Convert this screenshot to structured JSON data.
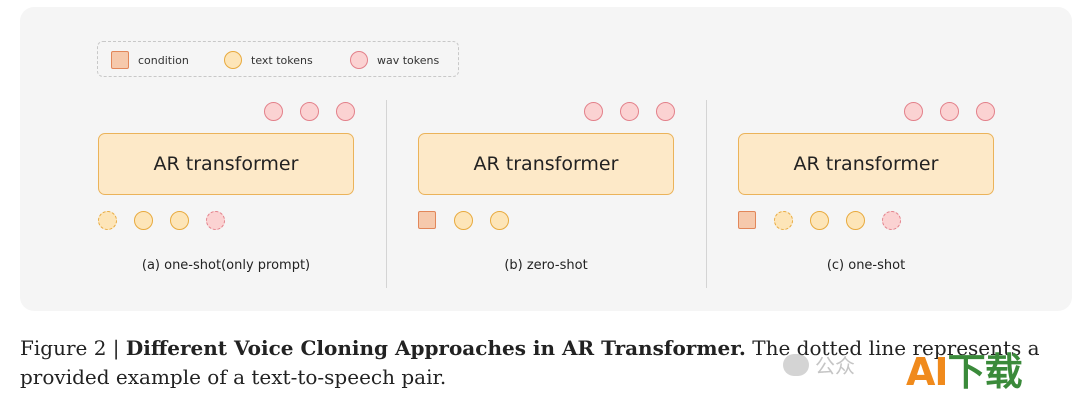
{
  "legend": {
    "condition": "condition",
    "text_tokens": "text tokens",
    "wav_tokens": "wav tokens"
  },
  "panels": [
    {
      "box_label": "AR transformer",
      "caption": "(a) one-shot(only prompt)"
    },
    {
      "box_label": "AR transformer",
      "caption": "(b) zero-shot"
    },
    {
      "box_label": "AR transformer",
      "caption": "(c) one-shot"
    }
  ],
  "figure_caption": {
    "prefix": "Figure 2 | ",
    "bold": "Different Voice Cloning Approaches in AR Transformer.",
    "rest_line1": " The dotted line represents a",
    "line2": "provided example of a text-to-speech pair."
  },
  "watermark": {
    "gzh_text": "公众",
    "brand_a": "AI",
    "brand_rest": "下载"
  },
  "colors": {
    "condition_fill": "#f6c9ac",
    "text_token_fill": "#fde5b8",
    "wav_token_fill": "#fbd2d2",
    "transformer_fill": "#fde9c8"
  }
}
